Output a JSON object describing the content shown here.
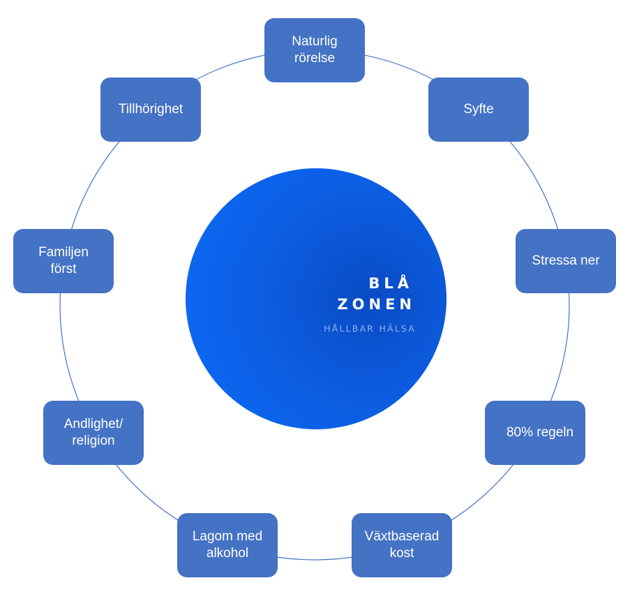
{
  "diagram": {
    "type": "cycle",
    "center": {
      "title_line1": "BLÅ",
      "title_line2": "ZONEN",
      "subtitle": "HÅLLBAR HÄLSA"
    },
    "nodes": [
      {
        "id": "naturlig-rorelse",
        "label": "Naturlig\nrörelse"
      },
      {
        "id": "syfte",
        "label": "Syfte"
      },
      {
        "id": "stressa-ner",
        "label": "Stressa ner"
      },
      {
        "id": "80-regeln",
        "label": "80% regeln"
      },
      {
        "id": "vaxtbaserad-kost",
        "label": "Växtbaserad\nkost"
      },
      {
        "id": "lagom-med-alkohol",
        "label": "Lagom med\nalkohol"
      },
      {
        "id": "andlighet-religion",
        "label": "Andlighet/\nreligion"
      },
      {
        "id": "familjen-forst",
        "label": "Familjen\nförst"
      },
      {
        "id": "tillhorighet",
        "label": "Tillhörighet"
      }
    ],
    "colors": {
      "node_fill": "#4472c4",
      "node_text": "#ffffff",
      "ring_line": "#4472c4",
      "circle_outer": "#0d68f2",
      "circle_inner": "#0a4cc4",
      "subtitle_text": "#8fb2f2"
    }
  }
}
